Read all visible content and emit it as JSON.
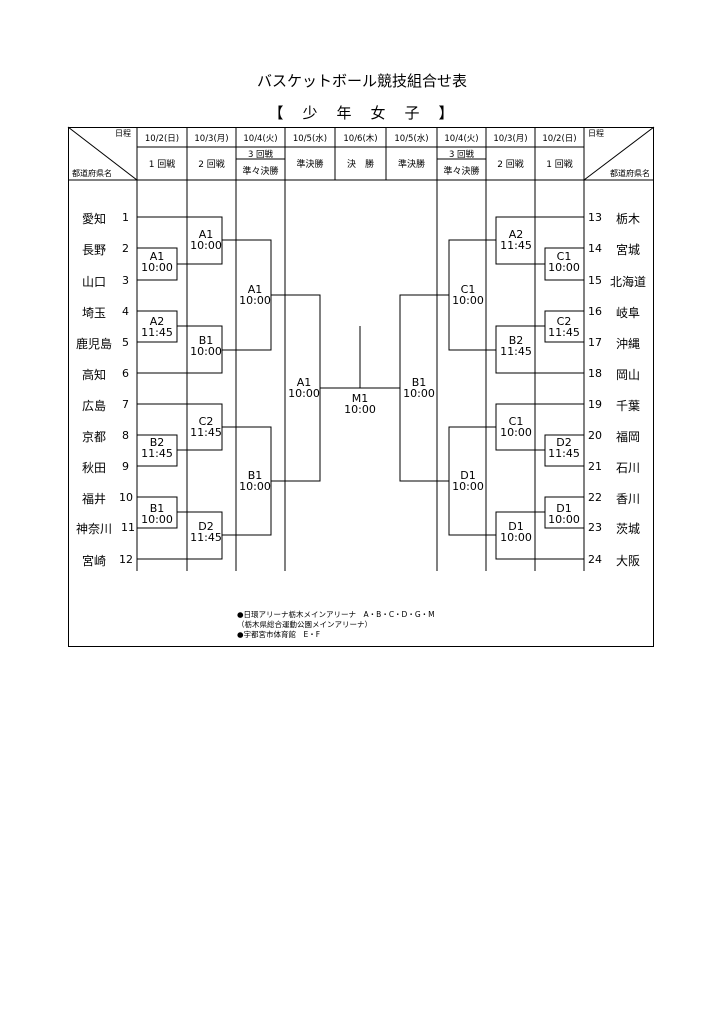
{
  "title": "バスケットボール競技組合せ表",
  "subtitle": "【　少　年　女　子　】",
  "header": {
    "corner_left": {
      "top": "日程",
      "bottom": "都道府県名"
    },
    "corner_right": {
      "top": "日程",
      "bottom": "都道府県名"
    },
    "dates": [
      "10/2(日)",
      "10/3(月)",
      "10/4(火)",
      "10/5(水)",
      "10/6(木)",
      "10/5(水)",
      "10/4(火)",
      "10/3(月)",
      "10/2(日)"
    ],
    "rounds": [
      {
        "line1": "1 回戦",
        "line2": ""
      },
      {
        "line1": "2 回戦",
        "line2": ""
      },
      {
        "line1": "3 回戦",
        "line2": "準々決勝"
      },
      {
        "line1": "準決勝",
        "line2": ""
      },
      {
        "line1": "決　勝",
        "line2": ""
      },
      {
        "line1": "準決勝",
        "line2": ""
      },
      {
        "line1": "3 回戦",
        "line2": "準々決勝"
      },
      {
        "line1": "2 回戦",
        "line2": ""
      },
      {
        "line1": "1 回戦",
        "line2": ""
      }
    ]
  },
  "teams_left": [
    {
      "num": "1",
      "name": "愛知"
    },
    {
      "num": "2",
      "name": "長野"
    },
    {
      "num": "3",
      "name": "山口"
    },
    {
      "num": "4",
      "name": "埼玉"
    },
    {
      "num": "5",
      "name": "鹿児島"
    },
    {
      "num": "6",
      "name": "高知"
    },
    {
      "num": "7",
      "name": "広島"
    },
    {
      "num": "8",
      "name": "京都"
    },
    {
      "num": "9",
      "name": "秋田"
    },
    {
      "num": "10",
      "name": "福井"
    },
    {
      "num": "11",
      "name": "神奈川"
    },
    {
      "num": "12",
      "name": "宮崎"
    }
  ],
  "teams_right": [
    {
      "num": "13",
      "name": "栃木"
    },
    {
      "num": "14",
      "name": "宮城"
    },
    {
      "num": "15",
      "name": "北海道"
    },
    {
      "num": "16",
      "name": "岐阜"
    },
    {
      "num": "17",
      "name": "沖縄"
    },
    {
      "num": "18",
      "name": "岡山"
    },
    {
      "num": "19",
      "name": "千葉"
    },
    {
      "num": "20",
      "name": "福岡"
    },
    {
      "num": "21",
      "name": "石川"
    },
    {
      "num": "22",
      "name": "香川"
    },
    {
      "num": "23",
      "name": "茨城"
    },
    {
      "num": "24",
      "name": "大阪"
    }
  ],
  "matches_left": {
    "r1_a": {
      "court": "A1",
      "time": "10:00"
    },
    "r1_b": {
      "court": "A2",
      "time": "11:45"
    },
    "r1_c": {
      "court": "B2",
      "time": "11:45"
    },
    "r1_d": {
      "court": "B1",
      "time": "10:00"
    },
    "r2_a": {
      "court": "A1",
      "time": "10:00"
    },
    "r2_b": {
      "court": "B1",
      "time": "10:00"
    },
    "r2_c": {
      "court": "C2",
      "time": "11:45"
    },
    "r2_d": {
      "court": "D2",
      "time": "11:45"
    },
    "qf_a": {
      "court": "A1",
      "time": "10:00"
    },
    "qf_b": {
      "court": "B1",
      "time": "10:00"
    },
    "sf": {
      "court": "A1",
      "time": "10:00"
    }
  },
  "final": {
    "court": "M1",
    "time": "10:00"
  },
  "matches_right": {
    "r1_a": {
      "court": "C1",
      "time": "10:00"
    },
    "r1_b": {
      "court": "C2",
      "time": "11:45"
    },
    "r1_c": {
      "court": "D2",
      "time": "11:45"
    },
    "r1_d": {
      "court": "D1",
      "time": "10:00"
    },
    "r2_a": {
      "court": "A2",
      "time": "11:45"
    },
    "r2_b": {
      "court": "B2",
      "time": "11:45"
    },
    "r2_c": {
      "court": "C1",
      "time": "10:00"
    },
    "r2_d": {
      "court": "D1",
      "time": "10:00"
    },
    "qf_a": {
      "court": "C1",
      "time": "10:00"
    },
    "qf_b": {
      "court": "D1",
      "time": "10:00"
    },
    "sf": {
      "court": "B1",
      "time": "10:00"
    }
  },
  "notes": [
    "●日環アリーナ栃木メインアリーナ　A・B・C・D・G・M",
    "（栃木県総合運動公園メインアリーナ）",
    "●宇都宮市体育館　E・F"
  ]
}
